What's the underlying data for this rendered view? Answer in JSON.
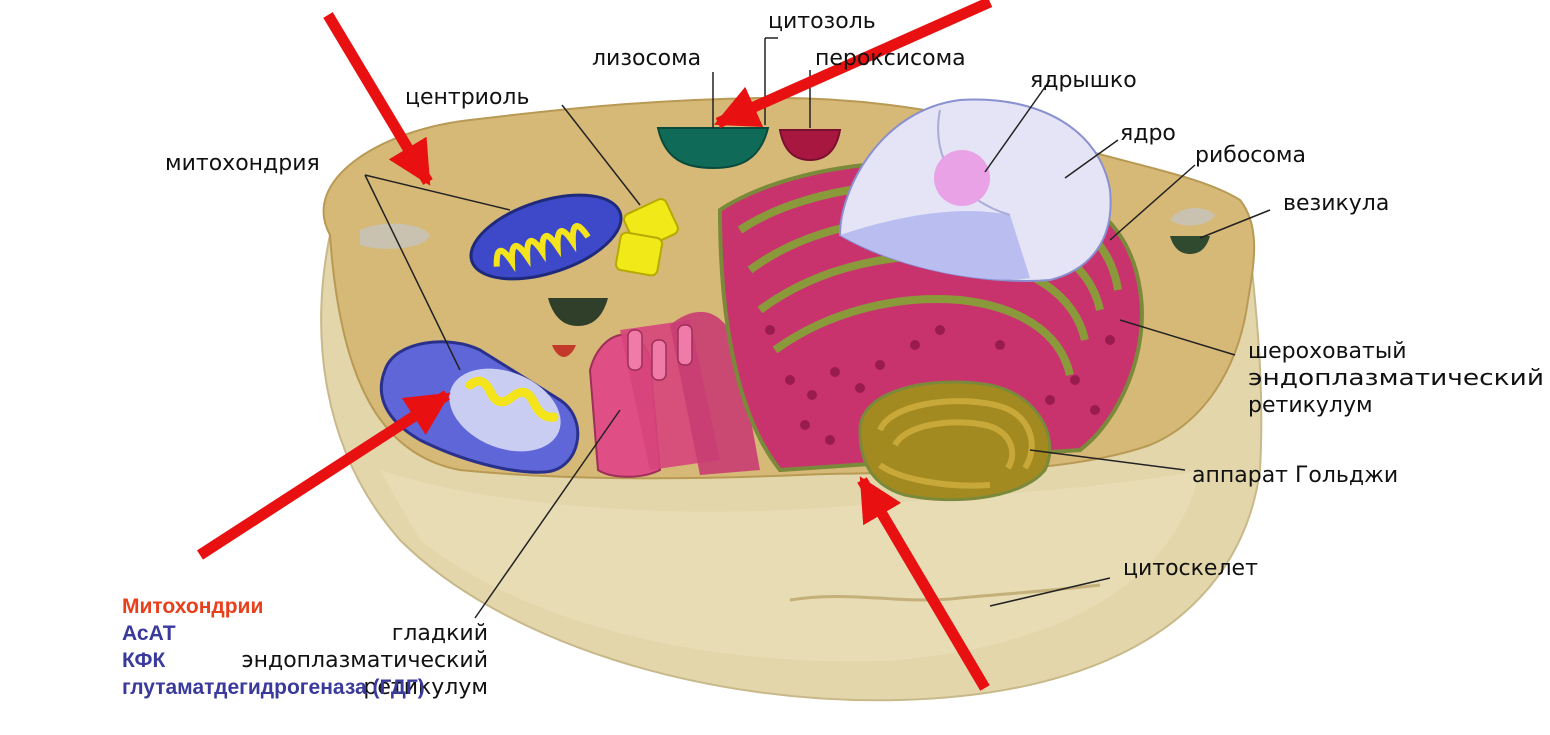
{
  "labels": {
    "cytosol": "цитозоль",
    "lysosome": "лизосома",
    "peroxisome": "пероксисома",
    "nucleolus": "ядрышко",
    "centriole": "центриоль",
    "nucleus": "ядро",
    "ribosome": "рибосома",
    "mitochondrion": "митохондрия",
    "vesicle": "везикула",
    "rough_er": [
      "шероховатый",
      "эндоплазматический",
      "ретикулум"
    ],
    "golgi": "аппарат Гольджи",
    "cytoskeleton": "цитоскелет",
    "smooth_er": [
      "гладкий",
      "эндоплазматический",
      "ретикулум"
    ]
  },
  "notes": {
    "title": "Митохондрии",
    "items": [
      "АсАТ",
      "КФК",
      "глутаматдегидрогеназа (ГДГ)"
    ]
  },
  "colors": {
    "arrow": "#e81010",
    "note_title": "#e8401c",
    "note_item": "#3a3a9c",
    "cytoplasm": "#d6b877",
    "cell_wall": "#e3d6ab"
  }
}
